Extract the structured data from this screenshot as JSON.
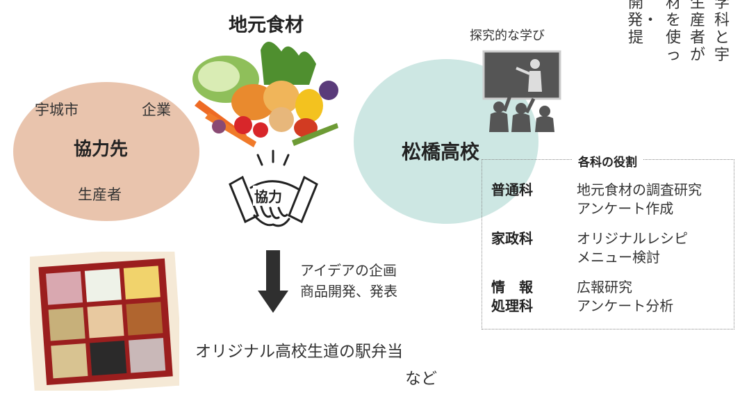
{
  "title_local_food": "地元食材",
  "partners": {
    "city": "宇城市",
    "company": "企業",
    "center": "協力先",
    "producer": "生産者"
  },
  "handshake_label": "協力",
  "school": {
    "name": "松橋高校",
    "inquiry_label": "探究的な学び"
  },
  "roles": {
    "title": "各科の役割",
    "items": [
      {
        "dept": "普通科",
        "lines": [
          "地元食材の調査研究",
          "アンケート作成"
        ]
      },
      {
        "dept": "家政科",
        "lines": [
          "オリジナルレシピ",
          "メニュー検討"
        ]
      },
      {
        "dept_lines": [
          "情　報",
          "処理科"
        ],
        "lines": [
          "広報研究",
          "アンケート分析"
        ]
      }
    ]
  },
  "arrow_text": [
    "アイデアの企画",
    "商品開発、発表"
  ],
  "result": [
    "オリジナル高校生道の駅弁当",
    "など"
  ],
  "vertical_text": [
    "学科と宇",
    "生産者が",
    "材を使っ",
    "開発・提"
  ],
  "colors": {
    "partner_circle": "#e9c4ad",
    "school_circle": "#cde7e3",
    "arrow": "#2f2f2f"
  }
}
